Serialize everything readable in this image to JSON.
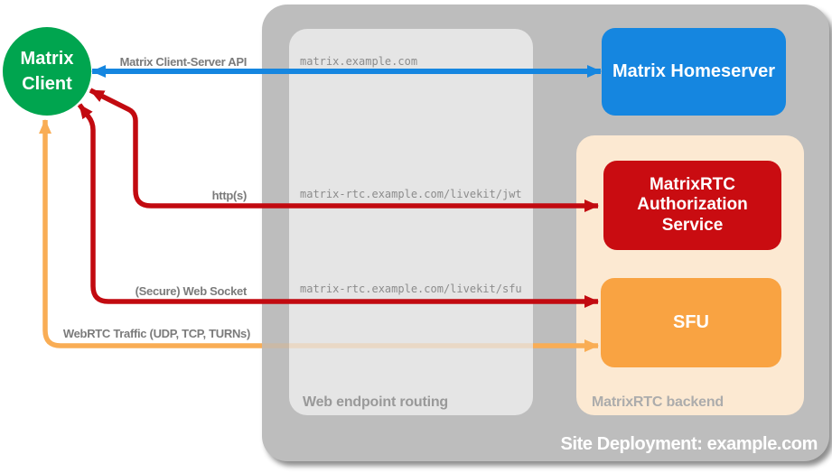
{
  "diagram": {
    "nodes": {
      "matrix_client": {
        "label": "Matrix Client",
        "color": "#00a54f"
      },
      "matrix_homeserver": {
        "label": "Matrix Homeserver",
        "color": "#1586e0"
      },
      "matrixrtc_auth": {
        "label": "MatrixRTC Authorization Service",
        "color": "#c90c11"
      },
      "sfu": {
        "label": "SFU",
        "color": "#f9a342"
      }
    },
    "containers": {
      "site": {
        "label": "Site Deployment: example.com",
        "color": "#bdbdbd"
      },
      "routing": {
        "label": "Web endpoint routing",
        "color": "#e5e5e5"
      },
      "backend": {
        "label": "MatrixRTC backend",
        "color": "#fce9d2"
      }
    },
    "connections": [
      {
        "label": "Matrix Client-Server API",
        "route": "matrix.example.com",
        "color": "#1586e0"
      },
      {
        "label": "http(s)",
        "route": "matrix-rtc.example.com/livekit/jwt",
        "color": "#c20a10"
      },
      {
        "label": "(Secure) Web Socket",
        "route": "matrix-rtc.example.com/livekit/sfu",
        "color": "#c20a10"
      },
      {
        "label": "WebRTC Traffic (UDP, TCP, TURNs)",
        "route": "",
        "color": "#f9ad55"
      }
    ]
  }
}
